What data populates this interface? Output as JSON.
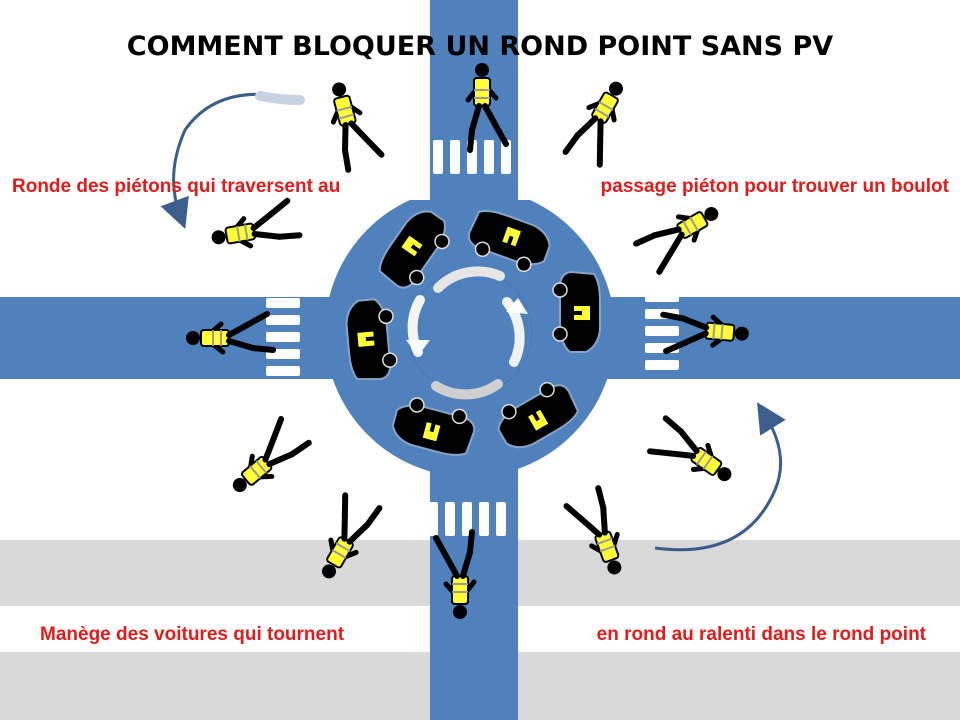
{
  "title": "COMMENT BLOQUER UN ROND POINT SANS PV",
  "captions": {
    "top_left": "Ronde des piétons qui traversent au",
    "top_right": "passage piéton pour trouver un boulot",
    "bottom_left": "Manège des voitures qui tournent",
    "bottom_right": "en rond au ralenti dans le rond point"
  },
  "colors": {
    "road": "#4f81bd",
    "band": "#d9d9d9",
    "caption": "#e31b1b",
    "vest": "#ffff33",
    "car": "#000000"
  },
  "icons": [
    "pedestrian-icon",
    "car-icon",
    "yellow-vest-icon",
    "circular-arrow-icon",
    "crosswalk"
  ]
}
